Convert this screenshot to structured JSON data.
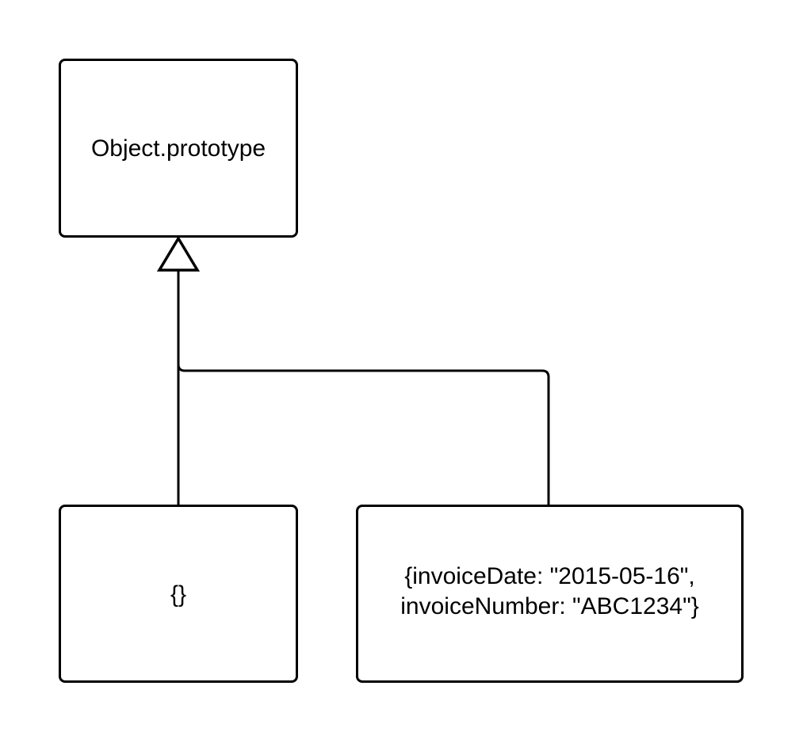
{
  "diagram": {
    "nodes": [
      {
        "id": "proto",
        "label": "Object.prototype"
      },
      {
        "id": "empty",
        "label": "{}"
      },
      {
        "id": "invoice",
        "label": "{invoiceDate: \"2015-05-16\",\ninvoiceNumber: \"ABC1234\"}"
      }
    ],
    "edges": [
      {
        "from": "empty",
        "to": "proto",
        "type": "inheritance"
      },
      {
        "from": "invoice",
        "to": "proto",
        "type": "inheritance"
      }
    ]
  }
}
